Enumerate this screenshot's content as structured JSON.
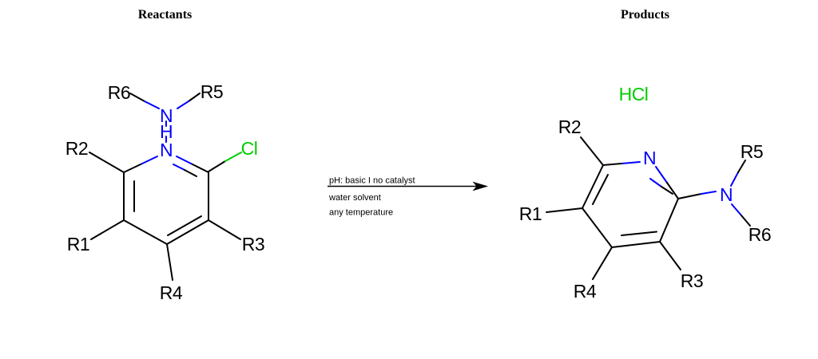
{
  "headers": {
    "reactants": "Reactants",
    "products": "Products"
  },
  "colors": {
    "bond": "#000000",
    "nitrogen": "#0000ff",
    "chlorine": "#00cc00",
    "text": "#000000",
    "background": "#ffffff"
  },
  "conditions": {
    "line1": "pH: basic I no catalyst",
    "line2": "water solvent",
    "line3": "any temperature"
  },
  "reactants": {
    "amine": {
      "n": "N",
      "h": "H",
      "r5": "R5",
      "r6": "R6"
    },
    "chloropyridine": {
      "ring_n": "N",
      "cl": "Cl",
      "r1": "R1",
      "r2": "R2",
      "r3": "R3",
      "r4": "R4"
    }
  },
  "products": {
    "hcl": "HCl",
    "aminopyridine": {
      "ring_n": "N",
      "amine_n": "N",
      "r1": "R1",
      "r2": "R2",
      "r3": "R3",
      "r4": "R4",
      "r5": "R5",
      "r6": "R6"
    }
  }
}
